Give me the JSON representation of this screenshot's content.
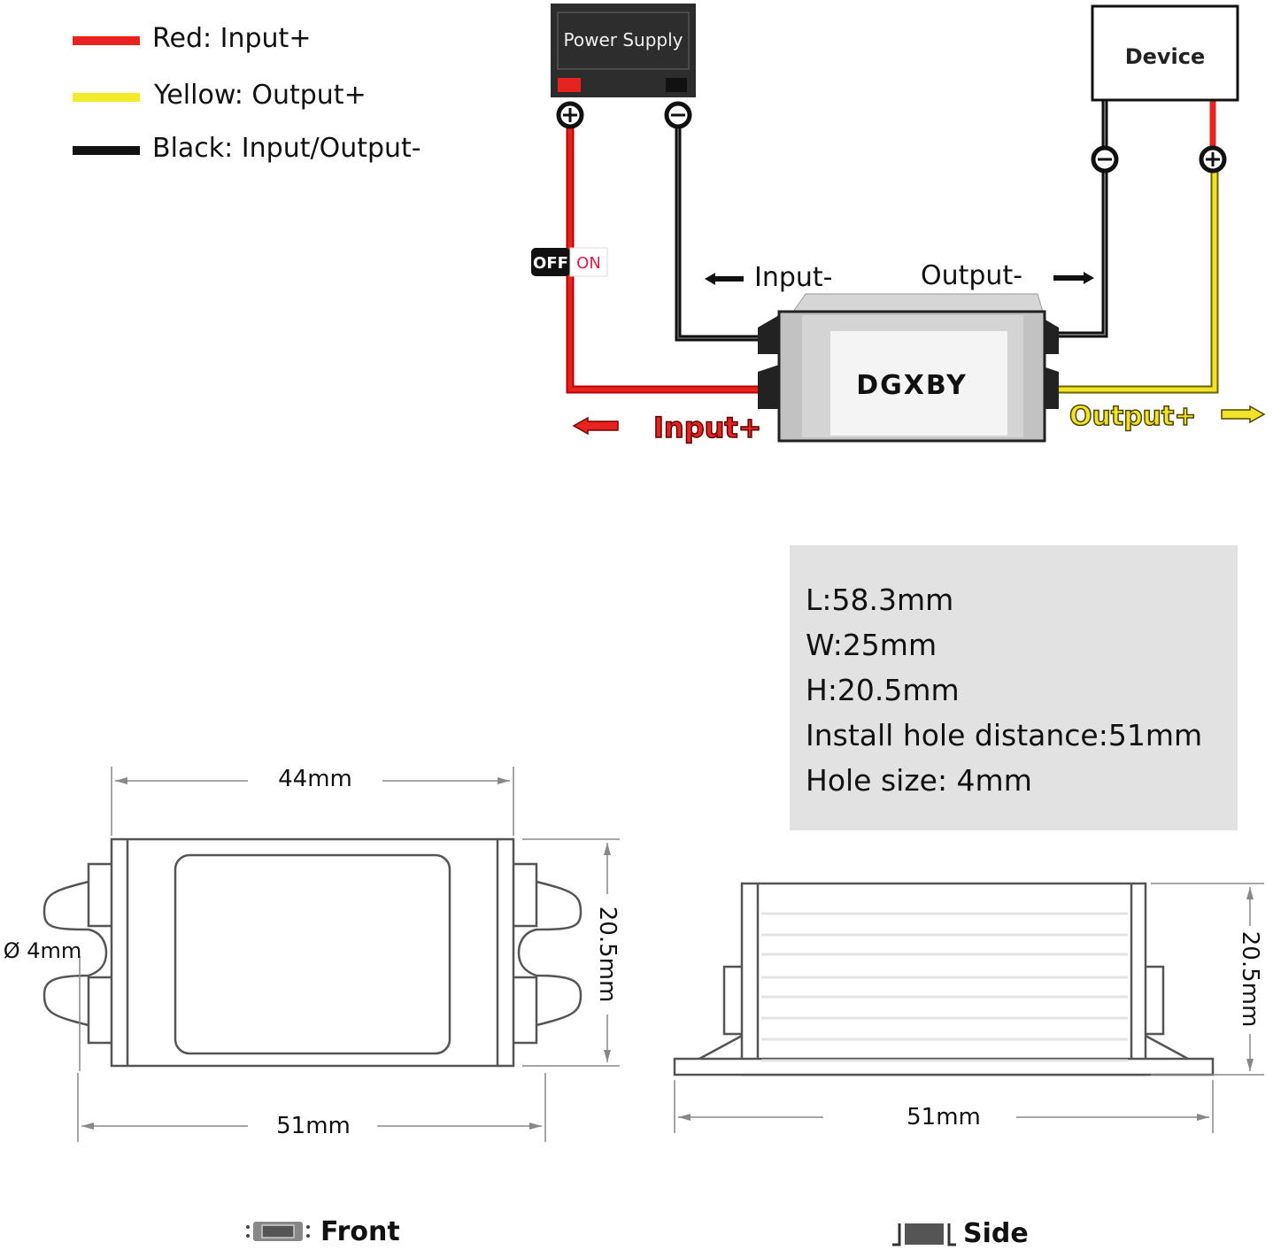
{
  "legend": {
    "items": [
      {
        "label": "Red: Input+",
        "color": "#e8231f"
      },
      {
        "label": "Yellow: Output+",
        "color": "#f5ea2a"
      },
      {
        "label": "Black: Input/Output-",
        "color": "#111111"
      }
    ]
  },
  "wiring": {
    "power_supply_label": "Power Supply",
    "device_label": "Device",
    "switch_off_label": "OFF",
    "switch_on_label": "ON",
    "brand_label": "DGXBY",
    "input_minus_label": "Input-",
    "output_minus_label": "Output-",
    "input_plus_label": "Input+",
    "output_plus_label": "Output+",
    "colors": {
      "red": "#e8231f",
      "yellow": "#f2e32a",
      "black": "#111111",
      "case": "#c8c8c8"
    }
  },
  "specs": {
    "lines": [
      "L:58.3mm",
      "W:25mm",
      "H:20.5mm",
      "Install hole distance:51mm",
      "Hole size: 4mm"
    ]
  },
  "front_view": {
    "top_dimension": "44mm",
    "side_dimension": "20.5mm",
    "bottom_dimension": "51mm",
    "hole_label": "Ø 4mm",
    "caption": "Front"
  },
  "side_view": {
    "side_dimension": "20.5mm",
    "bottom_dimension": "51mm",
    "caption": "Side"
  }
}
